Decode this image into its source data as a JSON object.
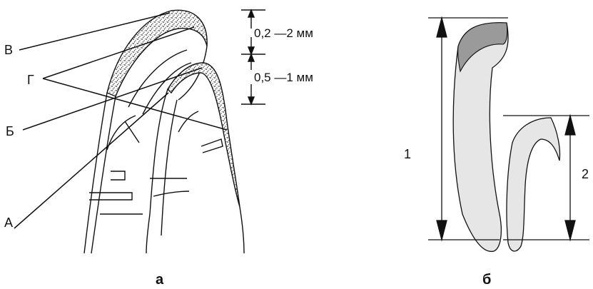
{
  "figure_a": {
    "label": "а",
    "callouts": {
      "v": "В",
      "g": "Г",
      "b": "Б",
      "a": "А"
    },
    "dimensions": {
      "upper": "0,2 —2 мм",
      "lower": "0,5 —1 мм"
    }
  },
  "figure_b": {
    "label": "б",
    "dimensions": {
      "left": "1",
      "right": "2"
    }
  },
  "colors": {
    "stroke": "#111111",
    "speckle": "#7a7a7a",
    "tooth_fill": "#e6e6e6",
    "crown_dark": "#9a9a9a"
  }
}
